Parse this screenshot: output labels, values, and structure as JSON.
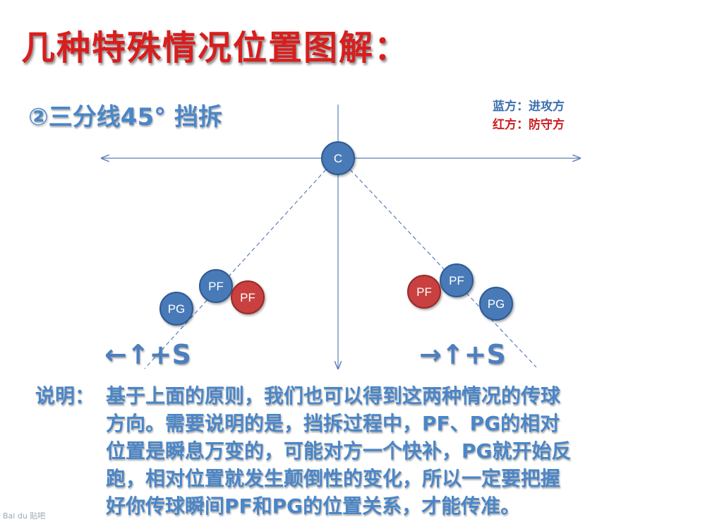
{
  "title": "几种特殊情况位置图解：",
  "subtitle": "②三分线45°  挡拆",
  "legend": {
    "blue": "蓝方：进攻方",
    "red": "红方：防守方"
  },
  "colors": {
    "blue": "#4a7ab8",
    "red": "#c84040",
    "line": "#5a7fb8"
  },
  "nodes": {
    "c": "C",
    "left_pg": "PG",
    "left_pf_blue": "PF",
    "left_pf_red": "PF",
    "right_pf_red": "PF",
    "right_pf_blue": "PF",
    "right_pg": "PG"
  },
  "directions": {
    "left": "←↑+S",
    "right": "→↑+S"
  },
  "explanation": {
    "label": "说明：",
    "lines": [
      "基于上面的原则，我们也可以得到这两种情况的传球",
      "方向。需要说明的是，挡拆过程中，PF、PG的相对",
      "位置是瞬息万变的，可能对方一个快补，PG就开始反",
      "跑，相对位置就发生颠倒性的变化，所以一定要把握",
      "好你传球瞬间PF和PG的位置关系，才能传准。"
    ]
  },
  "watermark": "Bai du 贴吧"
}
